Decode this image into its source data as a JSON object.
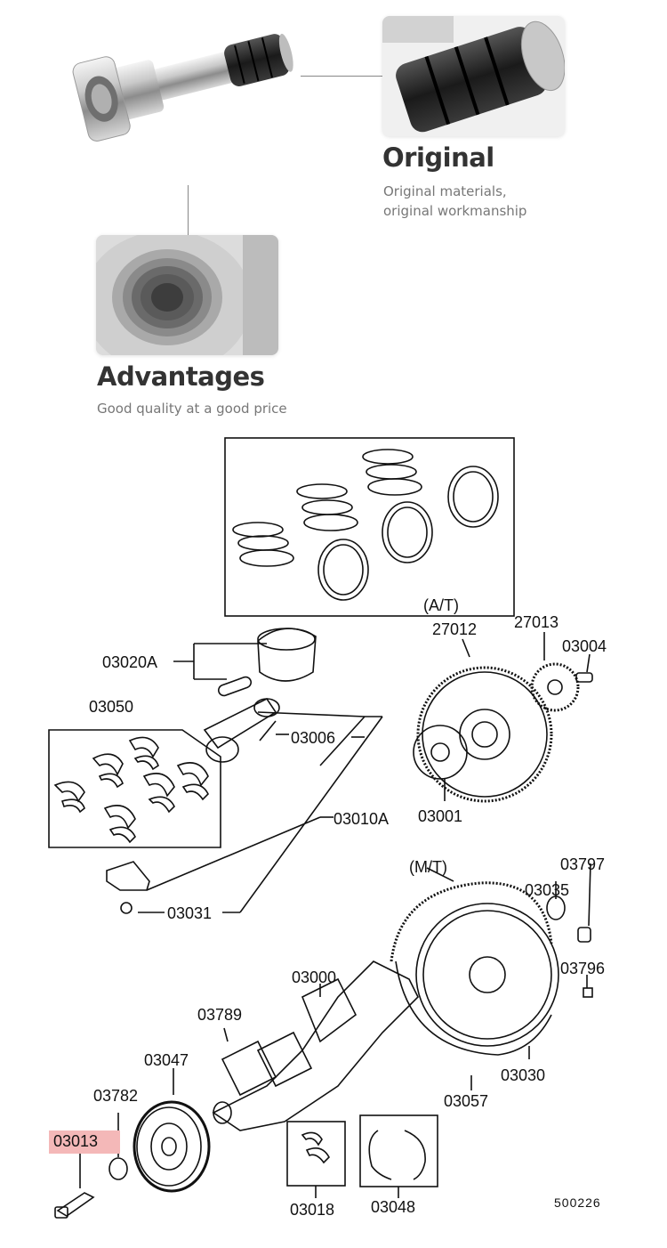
{
  "features": {
    "original": {
      "title": "Original",
      "desc_line1": "Original materials,",
      "desc_line2": "original workmanship"
    },
    "advantages": {
      "title": "Advantages",
      "desc": "Good quality at a good price"
    }
  },
  "diagram": {
    "labels": {
      "at": "(A/T)",
      "mt": "(M/T)",
      "p27012": "27012",
      "p27013": "27013",
      "p03004": "03004",
      "p03020A": "03020A",
      "p03050": "03050",
      "p03006": "03006",
      "p03010A": "03010A",
      "p03001": "03001",
      "p03031": "03031",
      "p03797": "03797",
      "p03035": "03035",
      "p03796": "03796",
      "p03000": "03000",
      "p03789": "03789",
      "p03047": "03047",
      "p03782": "03782",
      "p03013": "03013",
      "p03030": "03030",
      "p03057": "03057",
      "p03018": "03018",
      "p03048": "03048",
      "code": "500226"
    },
    "highlight_color": "#f4b8b8"
  }
}
